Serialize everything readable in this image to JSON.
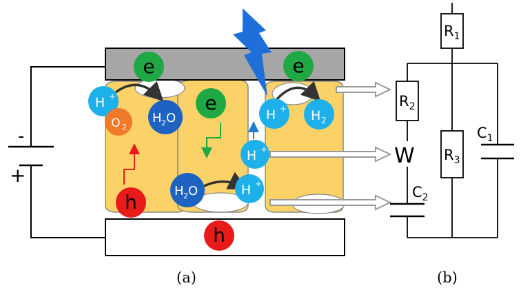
{
  "labels": {
    "electron": "e",
    "hole": "h",
    "proton": "H",
    "proton_charge": "+",
    "oxygen": "O",
    "oxygen_sub": "2",
    "water_h": "H",
    "water_sub": "2",
    "water_o": "O",
    "hydrogen": "H",
    "hydrogen_sub": "2",
    "battery_minus": "-",
    "battery_plus": "+"
  },
  "circuit": {
    "r1": "R",
    "r1_sub": "1",
    "r2": "R",
    "r2_sub": "2",
    "r3": "R",
    "r3_sub": "3",
    "c1": "C",
    "c1_sub": "1",
    "c2": "C",
    "c2_sub": "2",
    "w": "W"
  },
  "captions": {
    "a": "(a)",
    "b": "(b)"
  },
  "colors": {
    "electron": "#1fa844",
    "hole": "#e81a1a",
    "proton": "#1eb0ea",
    "water": "#1f63c2",
    "oxygen": "#f07a28",
    "grain": "#fbd268",
    "top_electrode": "#a6a6a6",
    "lightning": "#1e6fd9"
  }
}
